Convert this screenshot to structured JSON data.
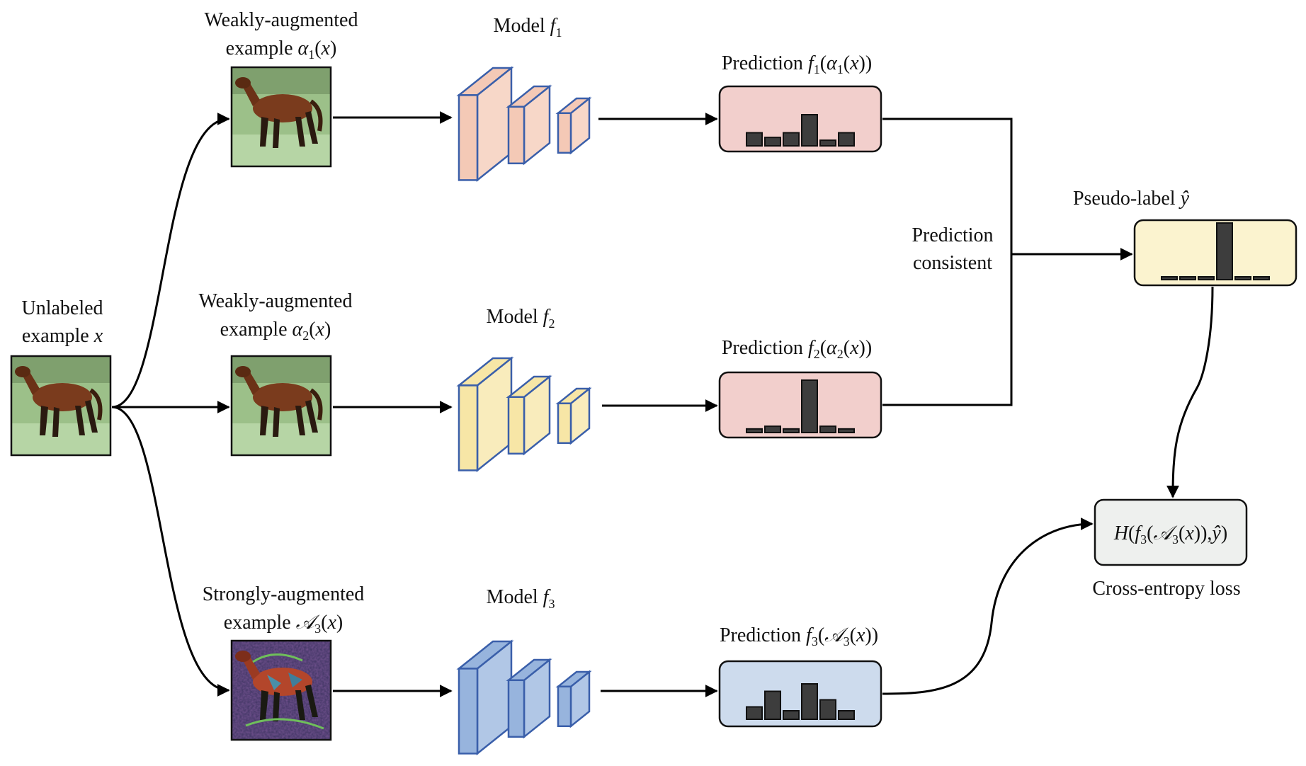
{
  "labels": {
    "unlabeled_line1": "Unlabeled",
    "unlabeled_line2": "example",
    "weak1_line1": "Weakly-augmented",
    "weak1_line2": "example",
    "weak2_line1": "Weakly-augmented",
    "weak2_line2": "example",
    "strong_line1": "Strongly-augmented",
    "strong_line2": "example",
    "model": "Model",
    "prediction": "Prediction",
    "consistent_line1": "Prediction",
    "consistent_line2": "consistent",
    "pseudo_label": "Pseudo-label",
    "loss_caption": "Cross-entropy loss"
  },
  "math": {
    "x": "x",
    "alpha": "α",
    "f": "f",
    "A": "𝒜",
    "H": "H",
    "yhat": "ŷ",
    "sub1": "1",
    "sub2": "2",
    "sub3": "3",
    "lparen": "(",
    "rparen": ")",
    "comma": ","
  },
  "predictions": {
    "f1_weak1": [
      0.42,
      0.27,
      0.42,
      1.0,
      0.18,
      0.42
    ],
    "f2_weak2": [
      0.07,
      0.12,
      0.07,
      1.0,
      0.12,
      0.07
    ],
    "f3_strong": [
      0.35,
      0.79,
      0.24,
      1.0,
      0.55,
      0.24
    ],
    "pseudo_label": [
      0.05,
      0.05,
      0.05,
      1.0,
      0.05,
      0.05
    ]
  },
  "colors": {
    "model1_fill": "#f4c9b6",
    "model1_stroke": "#3a5faa",
    "model2_fill": "#f7e6a6",
    "model2_stroke": "#3a5faa",
    "model3_fill": "#97b4dd",
    "model3_stroke": "#3a5faa"
  },
  "icons": {
    "unlabeled": "horse-image-icon",
    "weak1": "horse-image-icon",
    "weak2": "horse-image-icon",
    "strong": "noisy-horse-image-icon"
  }
}
